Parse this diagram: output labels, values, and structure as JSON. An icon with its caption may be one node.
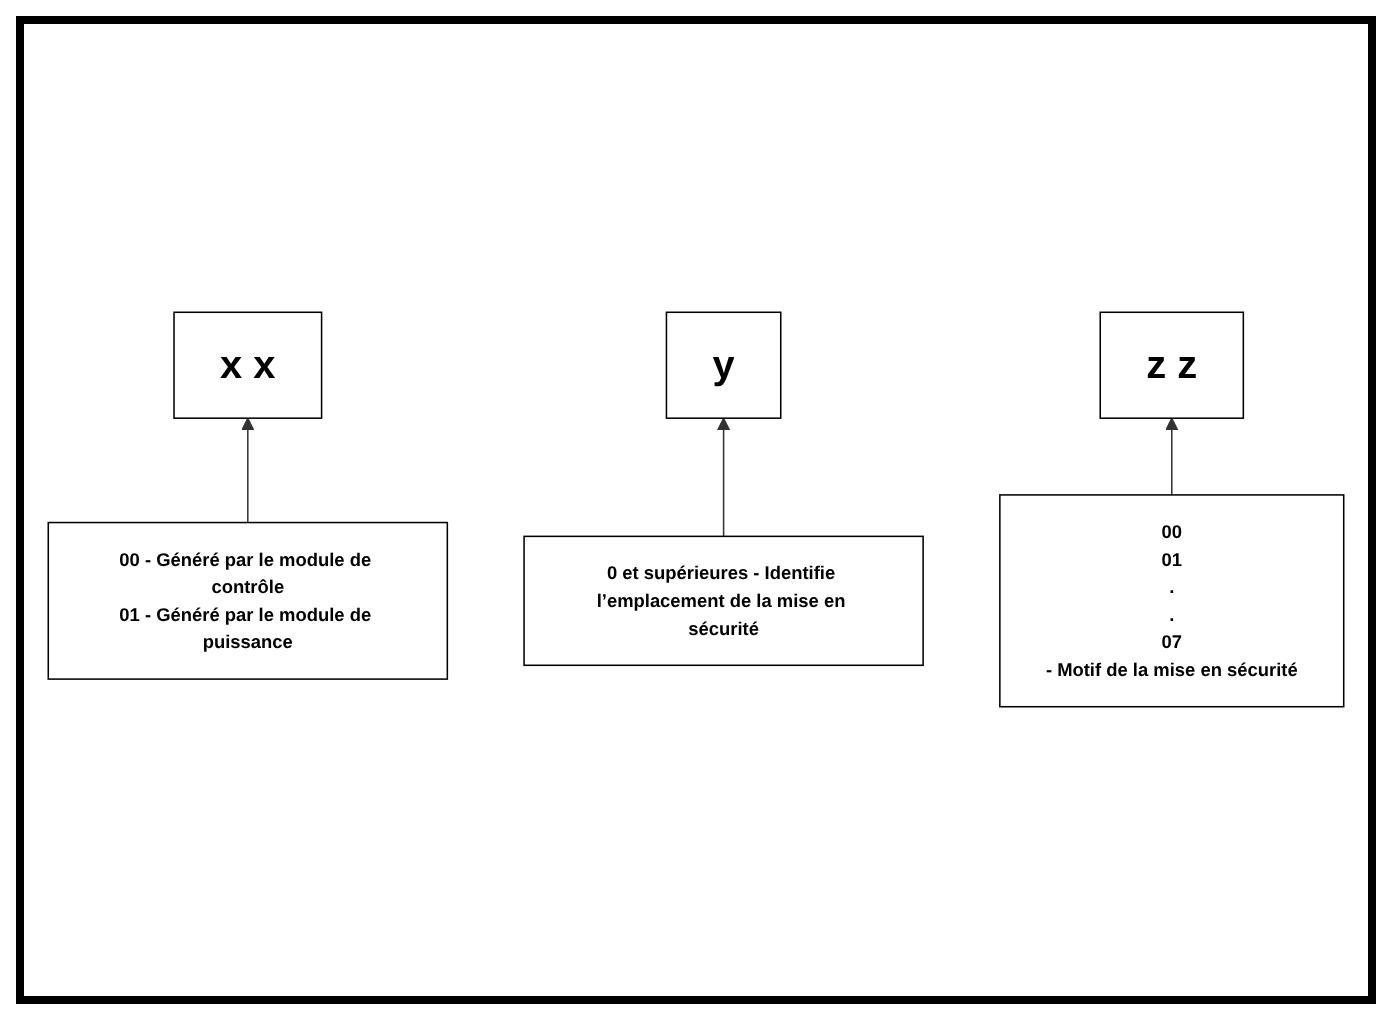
{
  "diagram": {
    "nodes": [
      {
        "text": [
          "x x"
        ]
      },
      {
        "text": [
          "y"
        ]
      },
      {
        "text": [
          "z z"
        ]
      },
      {
        "text": [
          "00 - Généré par le module de contrôle",
          "01 - Généré par le module de puissance"
        ]
      },
      {
        "text": [
          "0 et supérieures - Identifie l’emplacement de la mise en sécurité"
        ]
      },
      {
        "text": [
          "00",
          "01",
          ".",
          ".",
          "07",
          "- Motif de la mise en sécurité"
        ]
      }
    ],
    "edges": [
      {
        "from": 3,
        "to": 0,
        "arrow": "to"
      },
      {
        "from": 4,
        "to": 1,
        "arrow": "to"
      },
      {
        "from": 5,
        "to": 2,
        "arrow": "to"
      }
    ]
  }
}
